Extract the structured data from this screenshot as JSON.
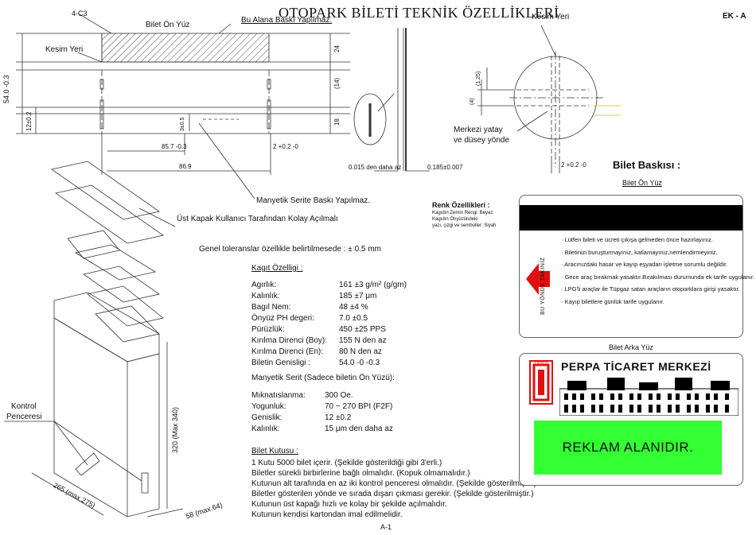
{
  "title": "OTOPARK BİLETİ TEKNİK ÖZELLİKLERİ",
  "sheet_code": "EK - A",
  "page_number": "A-1",
  "drawing": {
    "chamfer": "4-C3",
    "front_label": "Bilet Ön Yüz",
    "print_area_label": "Bu Alana Baskı Yapılmaz.",
    "cut_label": "Kesim Yeri",
    "cut_label_right": "Kesim Yeri",
    "dim_54": "54.0 -0.3",
    "dim_24": "24",
    "dim_14": "(14)",
    "dim_18": "18",
    "dim_12": "12±0.2",
    "dim_3": "3±0.5",
    "dim_857": "85.7 -0.3",
    "dim_2": "2 +0.2 -0",
    "dim_869": "86.9",
    "dim_0015": "0.015 den daha az",
    "dim_0185": "0.185±0.007",
    "dim_125": "(1.25)",
    "dim_4": "(4)",
    "dim_2r": "2 +0.2 -0",
    "center_note_1": "Merkezi yatay",
    "center_note_2": "ve düsey yönde",
    "mag_note": "Manyetik Serite Baskı Yapılmaz.",
    "cover_note": "Üst Kapak Kullanıcı Tarafından Kolay Açılmalı",
    "control_window": [
      "Kontrol",
      "Penceresi"
    ],
    "dim_320": "320 (Max 340)",
    "dim_265": "265 (max.275)",
    "dim_58": "58 (max.64)"
  },
  "tolerance": "Genel toleranslar özellikle belirtilmesede : ± 0.5 mm",
  "paper": {
    "heading": "Kagıt Özelligi :",
    "rows": [
      {
        "label": "Agırlık:",
        "value": "161 ±3 g/m² (g/gm)"
      },
      {
        "label": "Kalınlık:",
        "value": "185 ±7 μm"
      },
      {
        "label": "Bagıl Nem:",
        "value": "48 ±4 %"
      },
      {
        "label": "Önyüz PH degeri:",
        "value": "7.0 ±0.5"
      },
      {
        "label": "Pürüzlük:",
        "value": "450 ±25 PPS"
      },
      {
        "label": "Kırılma Direnci (Boy):",
        "value": "155 N den az"
      },
      {
        "label": "Kırılma Direnci (En):",
        "value": "80 N den az"
      },
      {
        "label": "Biletin Genisligi :",
        "value": "54.0 -0 -0.3"
      }
    ]
  },
  "magnetic": {
    "heading": "Manyetik Serit (Sadece biletin Ön Yüzü):",
    "rows": [
      {
        "label": "Mıknatıslanma:",
        "value": "300 Oe."
      },
      {
        "label": "Yogunluk:",
        "value": "70 ~ 270 BPI (F2F)"
      },
      {
        "label": "Genislik:",
        "value": "12 ±0.2"
      },
      {
        "label": "Kalınlık:",
        "value": "15 μm den daha az"
      }
    ]
  },
  "box": {
    "heading": "Bilet Kutusu :",
    "lines": [
      "1 Kutu 5000 bilet içerir. (Şekilde gösterildiği gibi 3'erli.)",
      "Biletler sürekli birbirlerine bağlı olmalıdır. (Kopuk olmamalıdır.)",
      "Kutunun alt tarafında en az iki kontrol penceresi olmalıdır. (Şekilde gösterilmiştir.)",
      "Biletler gösterilen yönde ve sırada dışarı çıkması gerekir. (Şekilde gösterilmiştir.)",
      "Kutunun üst kapağı hızlı ve kolay bir şekilde açılmalıdır.",
      "Kutunun kendisi kartondan imal edilmelidir."
    ]
  },
  "print_section": {
    "heading": "Bilet Baskısı :",
    "front_label": "Bilet Ön Yüz",
    "back_label": "Bilet Arka Yüz"
  },
  "color_spec": {
    "heading": "Renk Özellikleri :",
    "lines": [
      "Kagıdın Zemin Rengi: Beyaz",
      "Kagıdın Önyüzündeki",
      "yazı, çizgi ve semboller: Siyah"
    ]
  },
  "ticket_front": {
    "arrow_text": "BU YÖNDE TAKINIZ",
    "lines": [
      "Lütfen bileti ve ücreti çıkışa gelmeden önce hazırlayınız.",
      "Biletinizi buruşturmayınız, katlamayınız,nemlendirmeyiniz.",
      "Aracınızdaki hasar ve kayıp eşyadan işletme sorumlu değildir.",
      "Gece araç bırakmak yasaktır.Bırakılması durumunda ek tarife uygulanır.",
      "LPG'li araçlar ile Tüpgaz satan araçların otoparklara girişi yasaktır.",
      "Kayıp biletlere günlük tarife uygulanır."
    ]
  },
  "ticket_back": {
    "brand": "PERPA TİCARET MERKEZİ",
    "logo_caption": "PERPA",
    "ad_text": "REKLAM ALANIDIR.",
    "ad_color": "#33ff33",
    "arrow_color": "#e01010"
  }
}
